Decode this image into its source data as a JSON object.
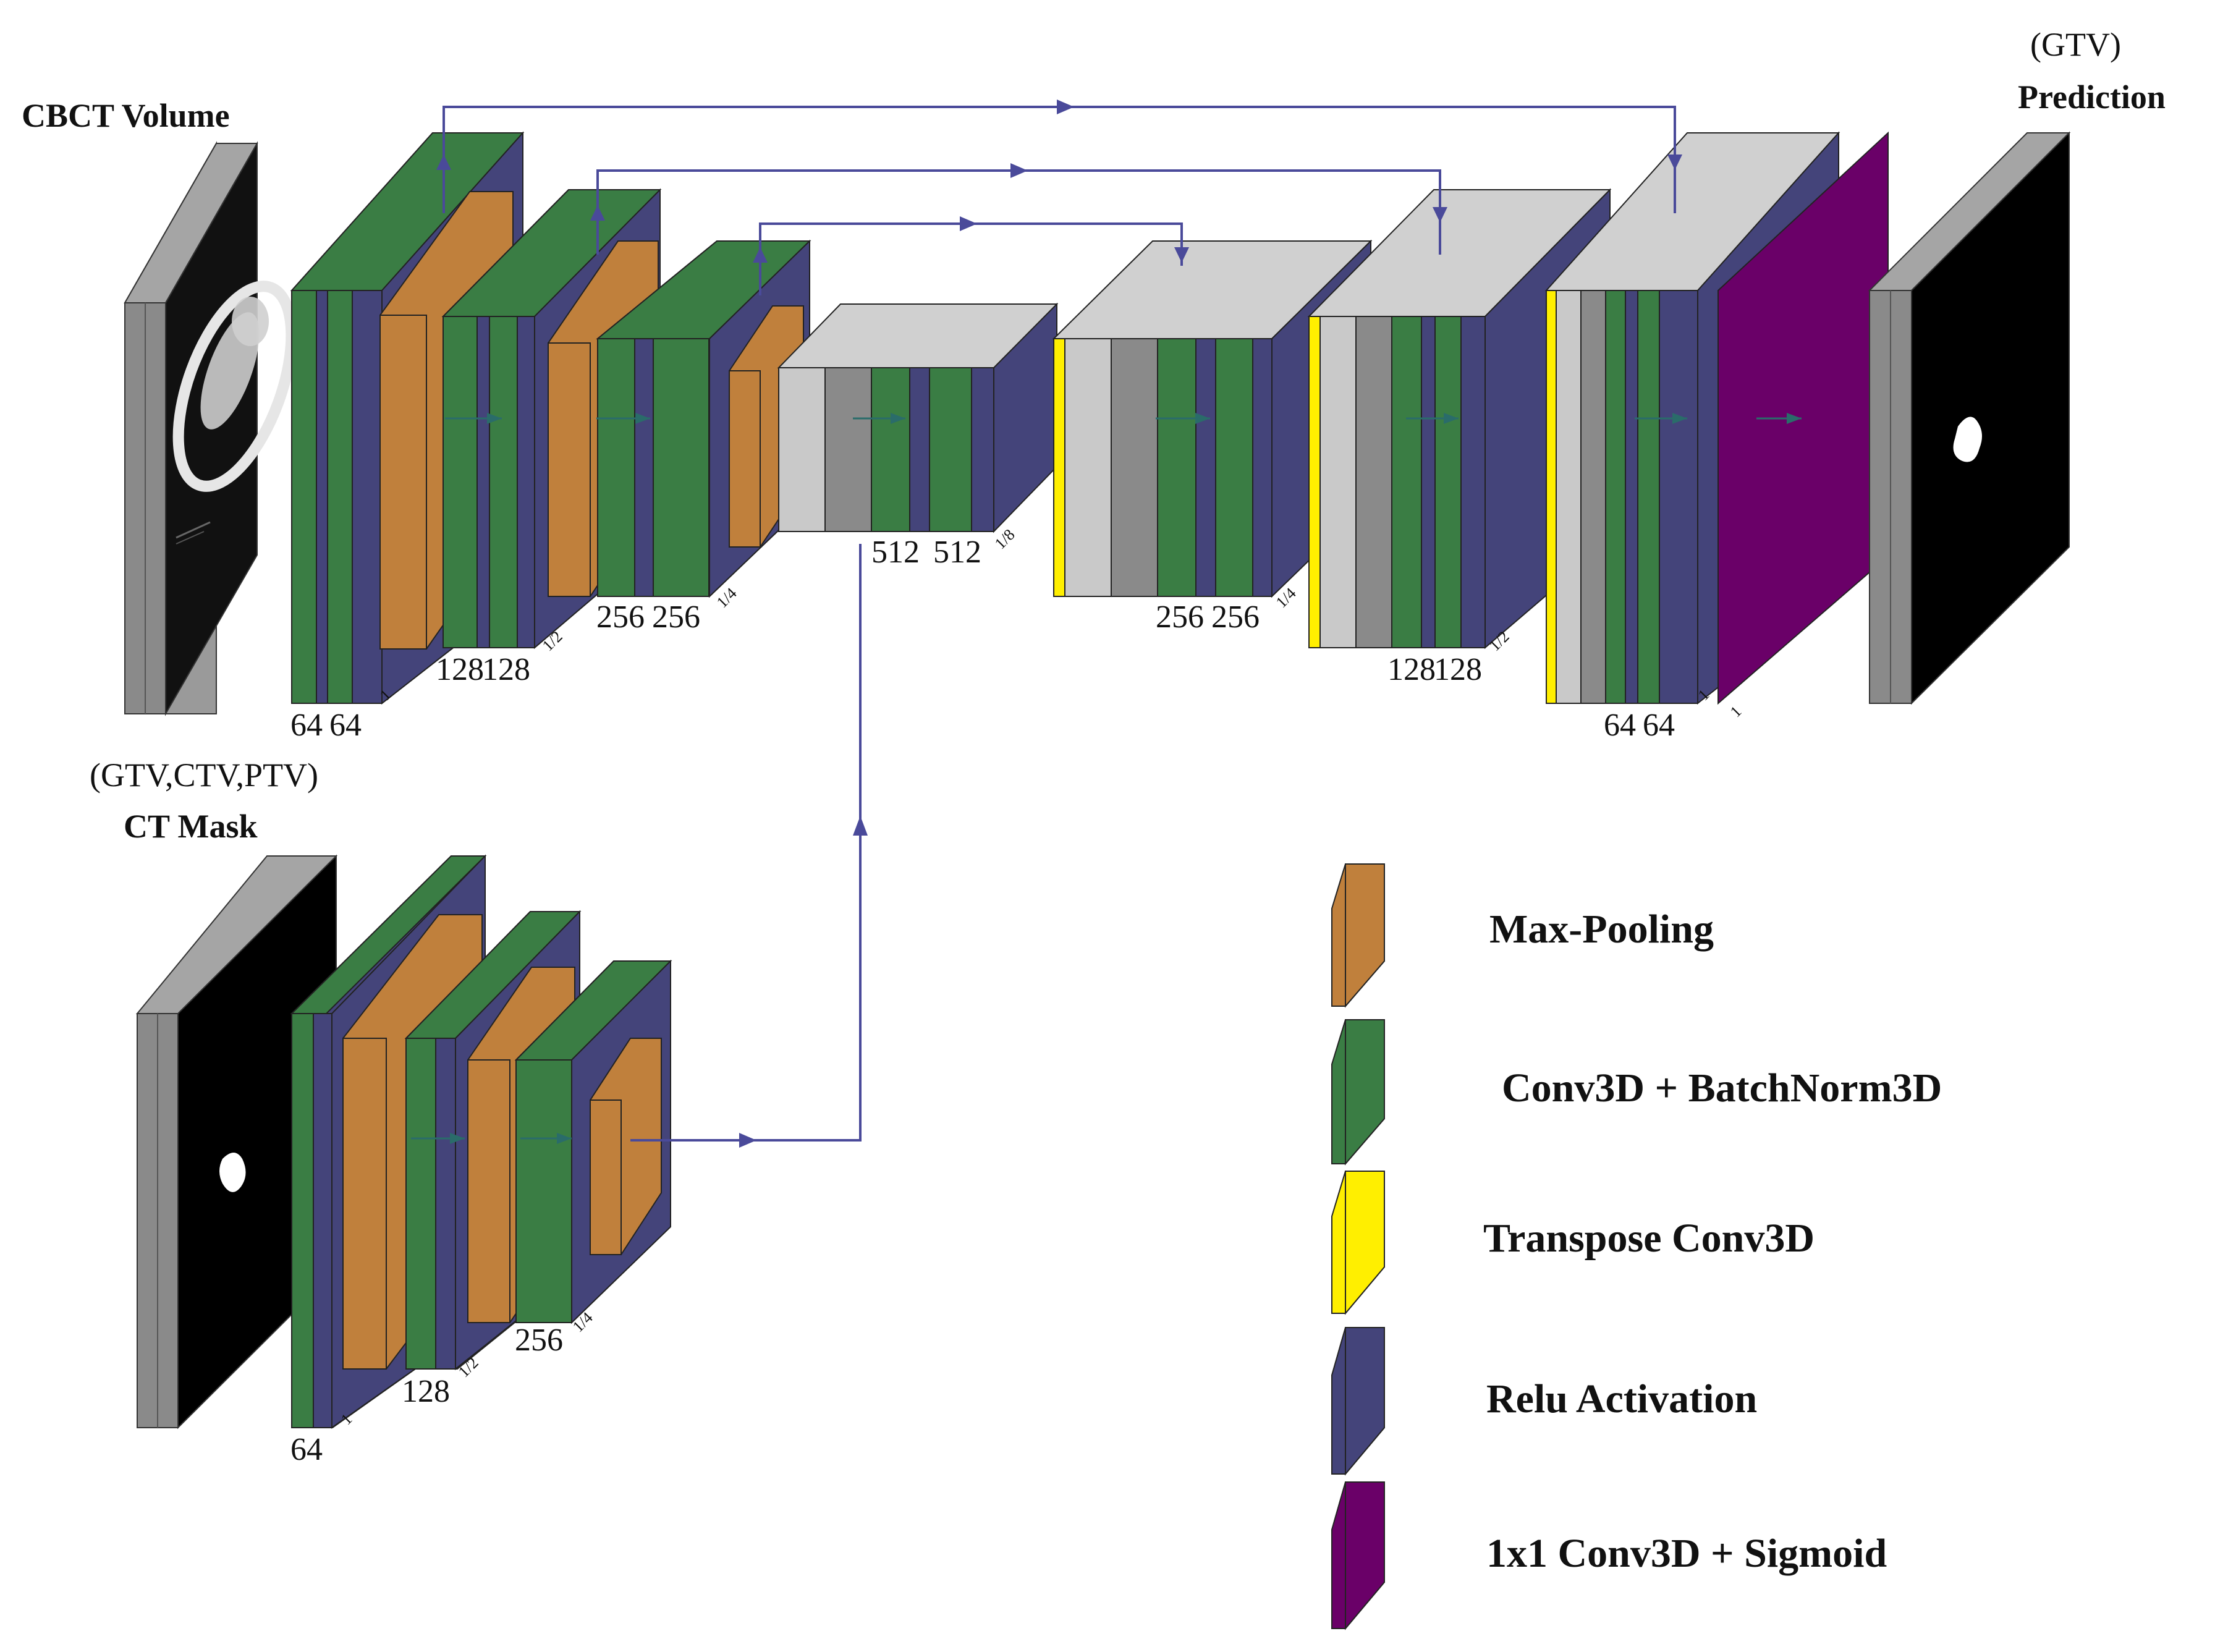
{
  "labels": {
    "cbct_title": "CBCT Volume",
    "ct_mask_title": "CT Mask",
    "ct_mask_classes": "(GTV,CTV,PTV)",
    "prediction_title": "Prediction",
    "prediction_class": "(GTV)"
  },
  "encoder_top": [
    {
      "channels": [
        "64",
        "64"
      ],
      "scale": "1"
    },
    {
      "channels": [
        "128",
        "128"
      ],
      "scale": "1/2"
    },
    {
      "channels": [
        "256",
        "256"
      ],
      "scale": "1/4"
    }
  ],
  "bottleneck": {
    "channels": [
      "512",
      "512"
    ],
    "scale": "1/8"
  },
  "decoder": [
    {
      "channels": [
        "256",
        "256"
      ],
      "scale": "1/4"
    },
    {
      "channels": [
        "128",
        "128"
      ],
      "scale": "1/2"
    },
    {
      "channels": [
        "64",
        "64"
      ],
      "scale": "1",
      "extra_scale": "1"
    }
  ],
  "encoder_bottom": [
    {
      "channels": "64",
      "scale": "1"
    },
    {
      "channels": "128",
      "scale": "1/2"
    },
    {
      "channels": "256",
      "scale": "1/4"
    }
  ],
  "legend": [
    {
      "label": "Max-Pooling",
      "color": "#c0803c"
    },
    {
      "label": "Conv3D + BatchNorm3D",
      "color": "#3a7d44"
    },
    {
      "label": "Transpose Conv3D",
      "color": "#ffef00"
    },
    {
      "label": "Relu Activation",
      "color": "#44447a"
    },
    {
      "label": "1x1 Conv3D + Sigmoid",
      "color": "#6a0068"
    }
  ],
  "colors": {
    "conv": "#3a7d44",
    "relu": "#44447a",
    "pool": "#c0803c",
    "transpose": "#ffef00",
    "sigmoid": "#6a0068",
    "concat_light": "#c9c9c9",
    "concat_dark": "#8a8a8a",
    "connector": "#4a4a9a",
    "volume_frame": "#8f8f8f"
  },
  "icons": {
    "cbct_image": "ct-slice-image",
    "mask_image": "binary-mask-image",
    "prediction_image": "binary-mask-image"
  }
}
